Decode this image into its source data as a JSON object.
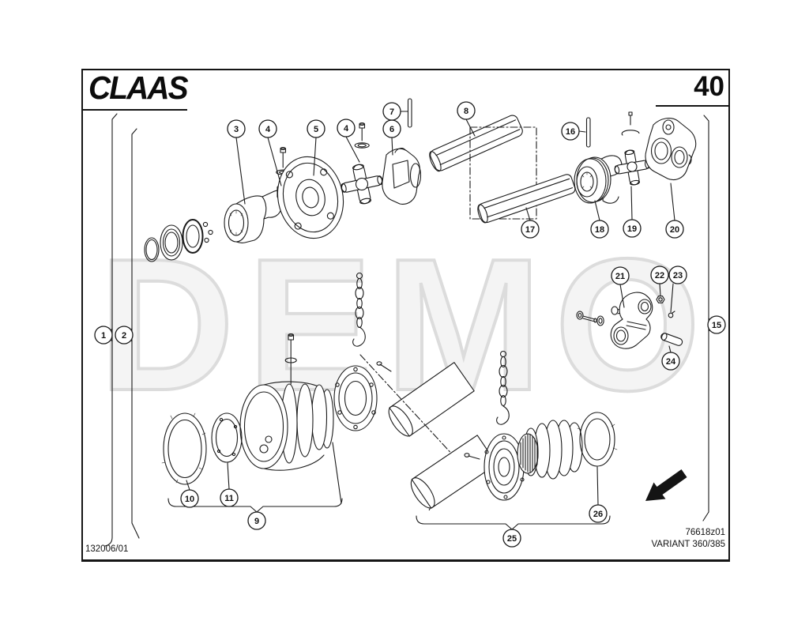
{
  "header": {
    "brand": "CLAAS",
    "page_number": "40"
  },
  "watermark": {
    "text": "DEMO"
  },
  "footer": {
    "document_number": "132006/01",
    "drawing_number": "76618z01",
    "variant": "VARIANT 360/385"
  },
  "colors": {
    "paper": "#ffffff",
    "line": "#1a1a1a",
    "frame": "#151515",
    "watermark_gray": "#dcdcdc"
  },
  "callouts": [
    "1",
    "2",
    "3",
    "4",
    "5",
    "4",
    "6",
    "7",
    "8",
    "16",
    "17",
    "18",
    "19",
    "20",
    "15",
    "21",
    "22",
    "23",
    "24",
    "9",
    "10",
    "11",
    "25",
    "26"
  ]
}
